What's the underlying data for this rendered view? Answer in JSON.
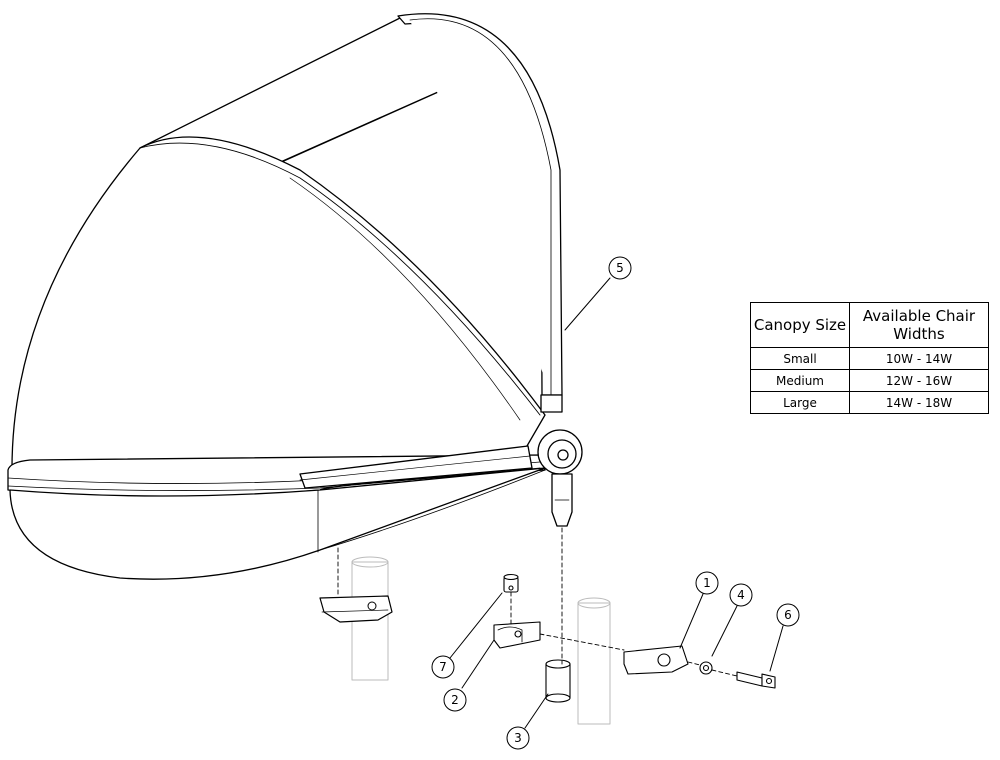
{
  "callouts": [
    "1",
    "2",
    "3",
    "4",
    "5",
    "6",
    "7"
  ],
  "table": {
    "headers": [
      "Canopy Size",
      "Available Chair Widths"
    ],
    "rows": [
      {
        "size": "Small",
        "widths": "10W - 14W"
      },
      {
        "size": "Medium",
        "widths": "12W - 16W"
      },
      {
        "size": "Large",
        "widths": "14W - 18W"
      }
    ]
  }
}
